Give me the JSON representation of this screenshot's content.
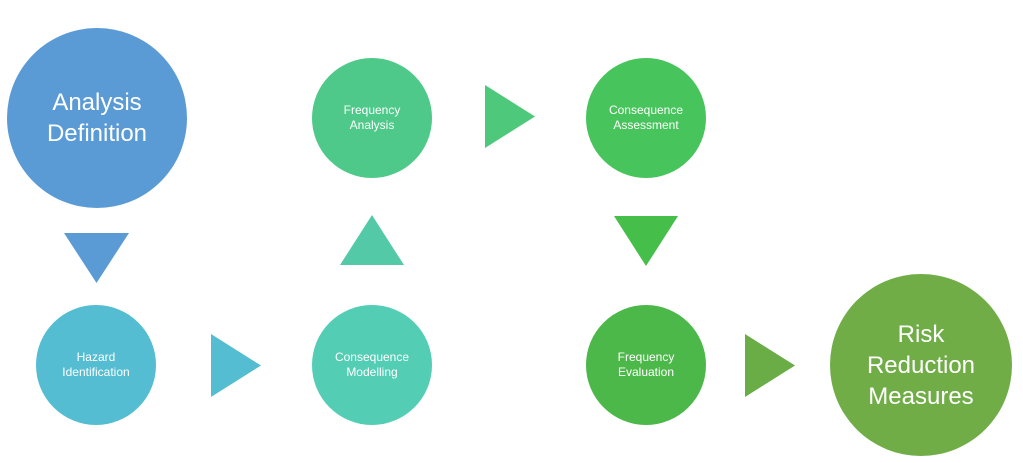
{
  "diagram": {
    "nodes": {
      "analysis_definition": {
        "line1": "Analysis",
        "line2": "Definition",
        "color": "#5b9bd5"
      },
      "hazard_identification": {
        "line1": "Hazard",
        "line2": "Identification",
        "color": "#55bdd2"
      },
      "consequence_modelling": {
        "line1": "Consequence",
        "line2": "Modelling",
        "color": "#53cdb4"
      },
      "frequency_analysis": {
        "line1": "Frequency",
        "line2": "Analysis",
        "color": "#4ec989"
      },
      "consequence_assessment": {
        "line1": "Consequence",
        "line2": "Assessment",
        "color": "#48c45d"
      },
      "frequency_evaluation": {
        "line1": "Frequency",
        "line2": "Evaluation",
        "color": "#4db84a"
      },
      "risk_reduction_measures": {
        "line1": "Risk",
        "line2": "Reduction",
        "line3": "Measures",
        "color": "#70ad47"
      }
    },
    "arrows": {
      "definition_to_hazard": {
        "direction": "down",
        "color": "#5b9bd5"
      },
      "hazard_to_modelling": {
        "direction": "right",
        "color": "#55bdd2"
      },
      "modelling_to_frequency": {
        "direction": "up",
        "color": "#53c9a8"
      },
      "frequency_to_assessment": {
        "direction": "right",
        "color": "#4ec97c"
      },
      "assessment_to_evaluation": {
        "direction": "down",
        "color": "#46bf4a"
      },
      "evaluation_to_measures": {
        "direction": "right",
        "color": "#6aad47"
      }
    }
  }
}
